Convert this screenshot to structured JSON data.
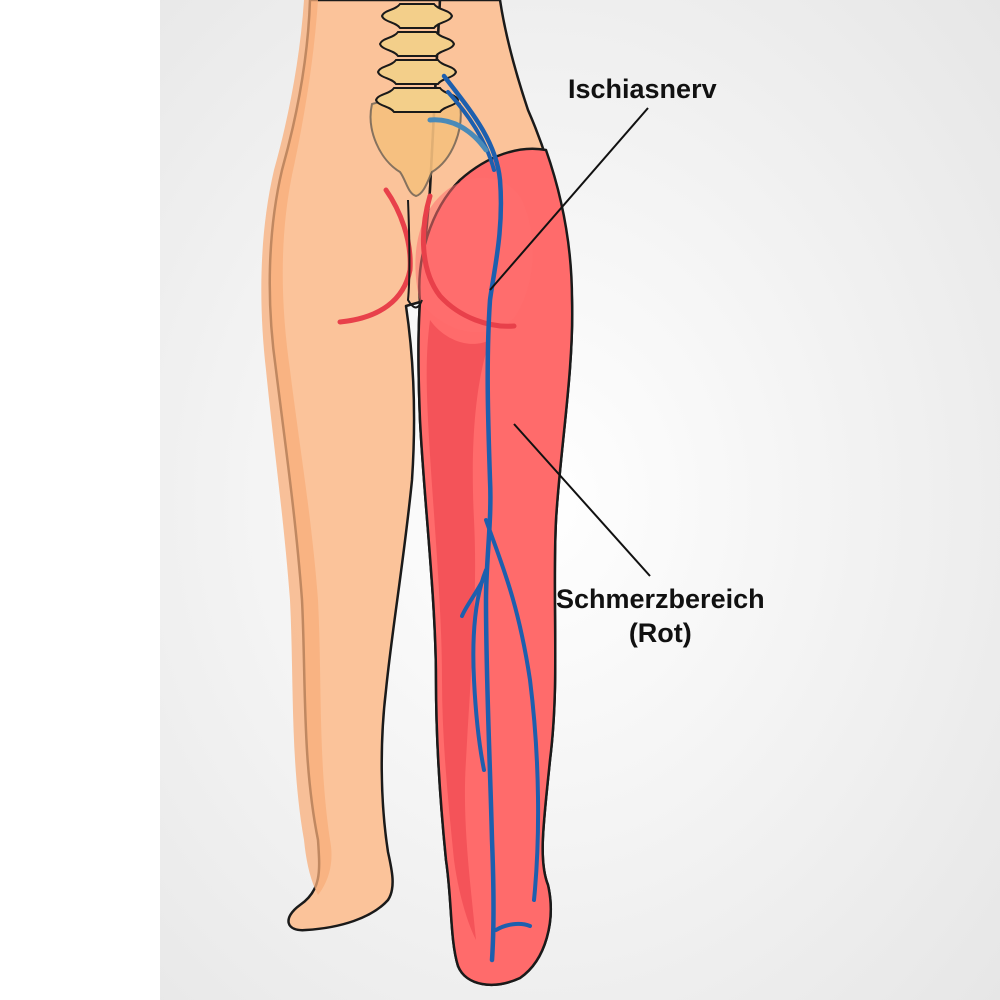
{
  "labels": {
    "sciatic_nerve": "Ischiasnerv",
    "pain_area_line1": "Schmerzbereich",
    "pain_area_line2": "(Rot)"
  },
  "colors": {
    "background_light": "#ffffff",
    "background_gray": "#e6e6e6",
    "skin": "#fbc39a",
    "skin_shadow": "#f8ad7a",
    "pain_area": "#ff6b6b",
    "pain_area_dark": "#f24f56",
    "nerve": "#1d5fae",
    "spine": "#f3cf8a",
    "pelvis": "#f6c07e",
    "outline": "#1a1a1a",
    "fold_line": "#e8404a"
  }
}
